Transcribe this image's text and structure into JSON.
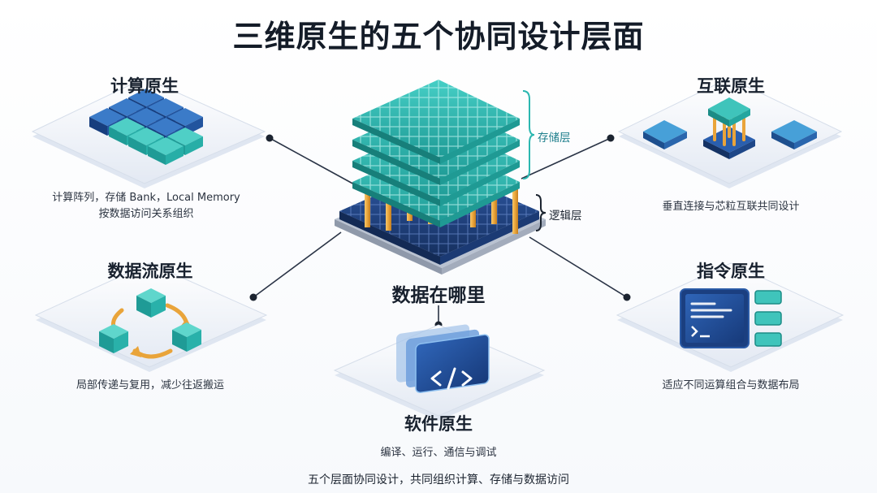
{
  "title": "三维原生的五个协同设计层面",
  "center": {
    "question": "数据在哪里",
    "memory_layer_label": "存储层",
    "logic_layer_label": "逻辑层"
  },
  "panels": {
    "compute": {
      "title": "计算原生",
      "desc_line1": "计算阵列，存储 Bank，Local Memory",
      "desc_line2": "按数据访问关系组织"
    },
    "interconnect": {
      "title": "互联原生",
      "desc": "垂直连接与芯粒互联共同设计"
    },
    "dataflow": {
      "title": "数据流原生",
      "desc": "局部传递与复用，减少往返搬运"
    },
    "instruction": {
      "title": "指令原生",
      "desc": "适应不同运算组合与数据布局"
    },
    "software": {
      "title": "软件原生",
      "desc": "编译、运行、通信与调试"
    }
  },
  "footer": "五个层面协同设计，共同组织计算、存储与数据访问",
  "colors": {
    "teal": "#2bb7b0",
    "navy": "#1f3f82",
    "gold": "#e9a43a",
    "line": "#2a3446"
  },
  "icons": {
    "code": "code-brackets-icon",
    "terminal": "terminal-prompt-icon"
  }
}
